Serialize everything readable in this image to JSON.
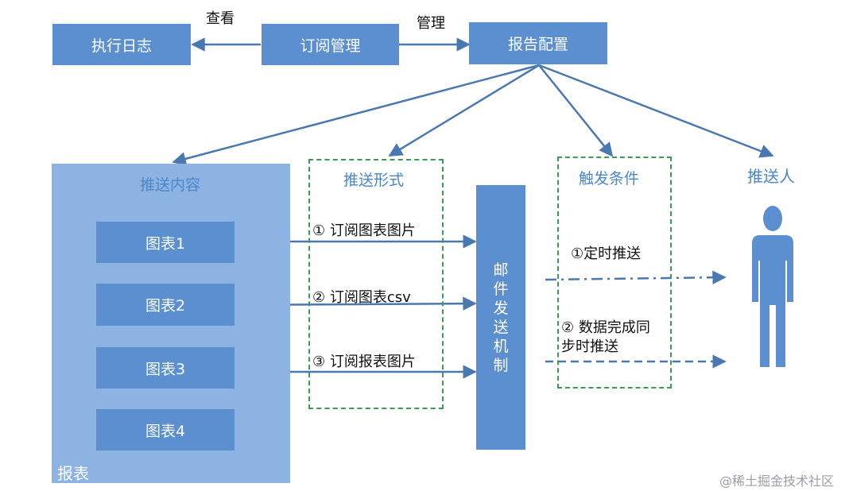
{
  "colors": {
    "box": "#5b8fd0",
    "panel": "#8db3e2",
    "arrow": "#4a78b0",
    "dash_green": "#3a9a56",
    "section_text": "#4a86c8"
  },
  "top": {
    "log": "执行日志",
    "subscribe": "订阅管理",
    "config": "报告配置",
    "view_label": "查看",
    "manage_label": "管理"
  },
  "content": {
    "title": "推送内容",
    "charts": [
      "图表1",
      "图表2",
      "图表3",
      "图表4"
    ],
    "report": "报表"
  },
  "format": {
    "title": "推送形式",
    "items": [
      "① 订阅图表图片",
      "② 订阅图表csv",
      "③ 订阅报表图片"
    ]
  },
  "mail": {
    "chars": [
      "邮",
      "件",
      "发",
      "送",
      "机",
      "制"
    ]
  },
  "trigger": {
    "title": "触发条件",
    "items": [
      [
        "①定时推送"
      ],
      [
        "② 数据完成同",
        "步时推送"
      ]
    ]
  },
  "recipient": {
    "title": "推送人",
    "icon": "person-icon"
  },
  "watermark": "@稀土掘金技术社区"
}
